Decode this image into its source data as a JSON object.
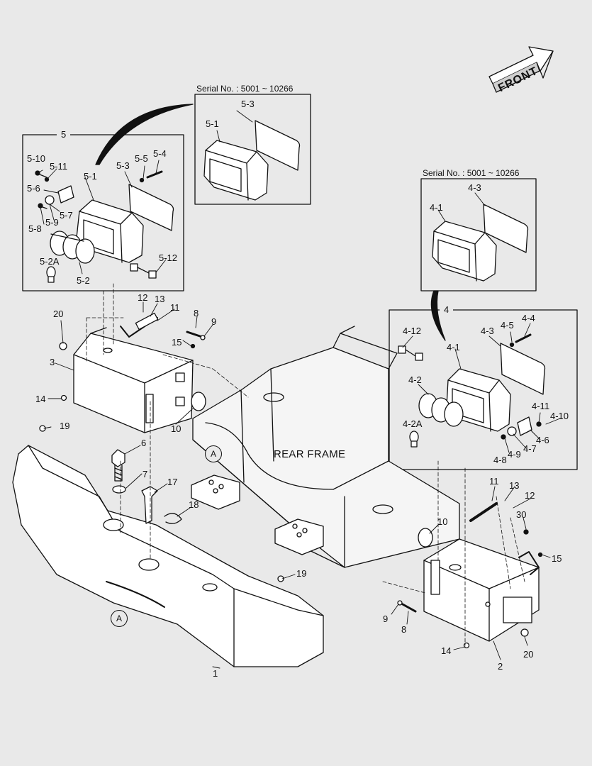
{
  "front_arrow": {
    "label": "FRONT"
  },
  "rear_frame_label": "REAR FRAME",
  "circle_marker": "A",
  "group5": {
    "title": "5"
  },
  "group4": {
    "title": "4"
  },
  "serial_top": {
    "text": "Serial No. : 5001 ~ 10266"
  },
  "serial_right": {
    "text": "Serial No. : 5001 ~ 10266"
  },
  "labels": {
    "p5_10": "5-10",
    "p5_11": "5-11",
    "p5_6": "5-6",
    "p5_7": "5-7",
    "p5_8": "5-8",
    "p5_9": "5-9",
    "p5_1": "5-1",
    "p5_3": "5-3",
    "p5_5": "5-5",
    "p5_4": "5-4",
    "p5_2A": "5-2A",
    "p5_2": "5-2",
    "p5_12": "5-12",
    "s5_3": "5-3",
    "s5_1": "5-1",
    "s4_3": "4-3",
    "s4_1": "4-1",
    "p4_12": "4-12",
    "p4_1": "4-1",
    "p4_3": "4-3",
    "p4_5": "4-5",
    "p4_4": "4-4",
    "p4_2": "4-2",
    "p4_2A": "4-2A",
    "p4_11": "4-11",
    "p4_10": "4-10",
    "p4_6": "4-6",
    "p4_7": "4-7",
    "p4_9": "4-9",
    "p4_8": "4-8",
    "n20a": "20",
    "n12a": "12",
    "n13a": "13",
    "n11a": "11",
    "n8a": "8",
    "n9a": "9",
    "n15a": "15",
    "n3": "3",
    "n14a": "14",
    "n10a": "10",
    "n19a": "19",
    "n6": "6",
    "n7": "7",
    "n17": "17",
    "n18": "18",
    "n19b": "19",
    "n1": "1",
    "n11b": "11",
    "n13b": "13",
    "n12b": "12",
    "n30": "30",
    "n10b": "10",
    "n15b": "15",
    "n9b": "9",
    "n8b": "8",
    "n14b": "14",
    "n2": "2",
    "n20b": "20"
  }
}
